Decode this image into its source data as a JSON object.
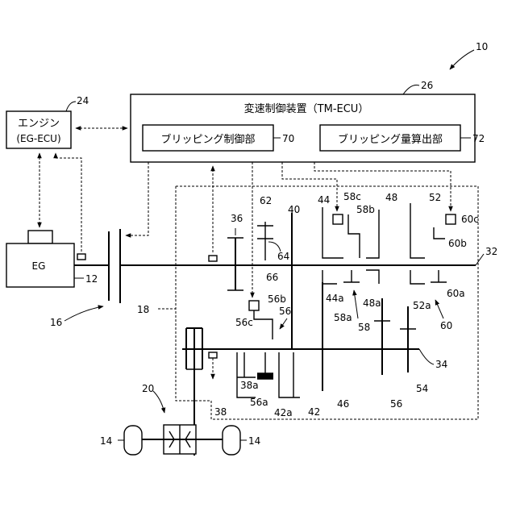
{
  "tm_ecu": {
    "title": "変速制御装置（TM-ECU）",
    "ref": "26"
  },
  "blipping_control": {
    "label": "ブリッピング制御部",
    "ref": "70"
  },
  "blipping_calc": {
    "label": "ブリッピング量算出部",
    "ref": "72"
  },
  "engine_ecu": {
    "line1": "エンジン",
    "line2": "(EG-ECU)",
    "ref": "24"
  },
  "engine": {
    "label": "EG",
    "ref": "12"
  },
  "refs": {
    "system": "10",
    "clutch": "16",
    "transmission": "18",
    "differential": "20",
    "wheel": "14",
    "input_shaft": "32",
    "counter_shaft": "34",
    "g36": "36",
    "g38": "38",
    "g38a": "38a",
    "g40": "40",
    "g42": "42",
    "g42a": "42a",
    "g44": "44",
    "g44a": "44a",
    "g46": "46",
    "g48": "48",
    "g48a": "48a",
    "g52": "52",
    "g52a": "52a",
    "g54": "54",
    "g56": "56",
    "s56": "56",
    "s56a": "56a",
    "s56b": "56b",
    "s56c": "56c",
    "s58": "58",
    "s58a": "58a",
    "s58b": "58b",
    "s58c": "58c",
    "s60": "60",
    "s60a": "60a",
    "s60b": "60b",
    "s60c": "60c",
    "g62": "62",
    "g64": "64",
    "g66": "66"
  }
}
